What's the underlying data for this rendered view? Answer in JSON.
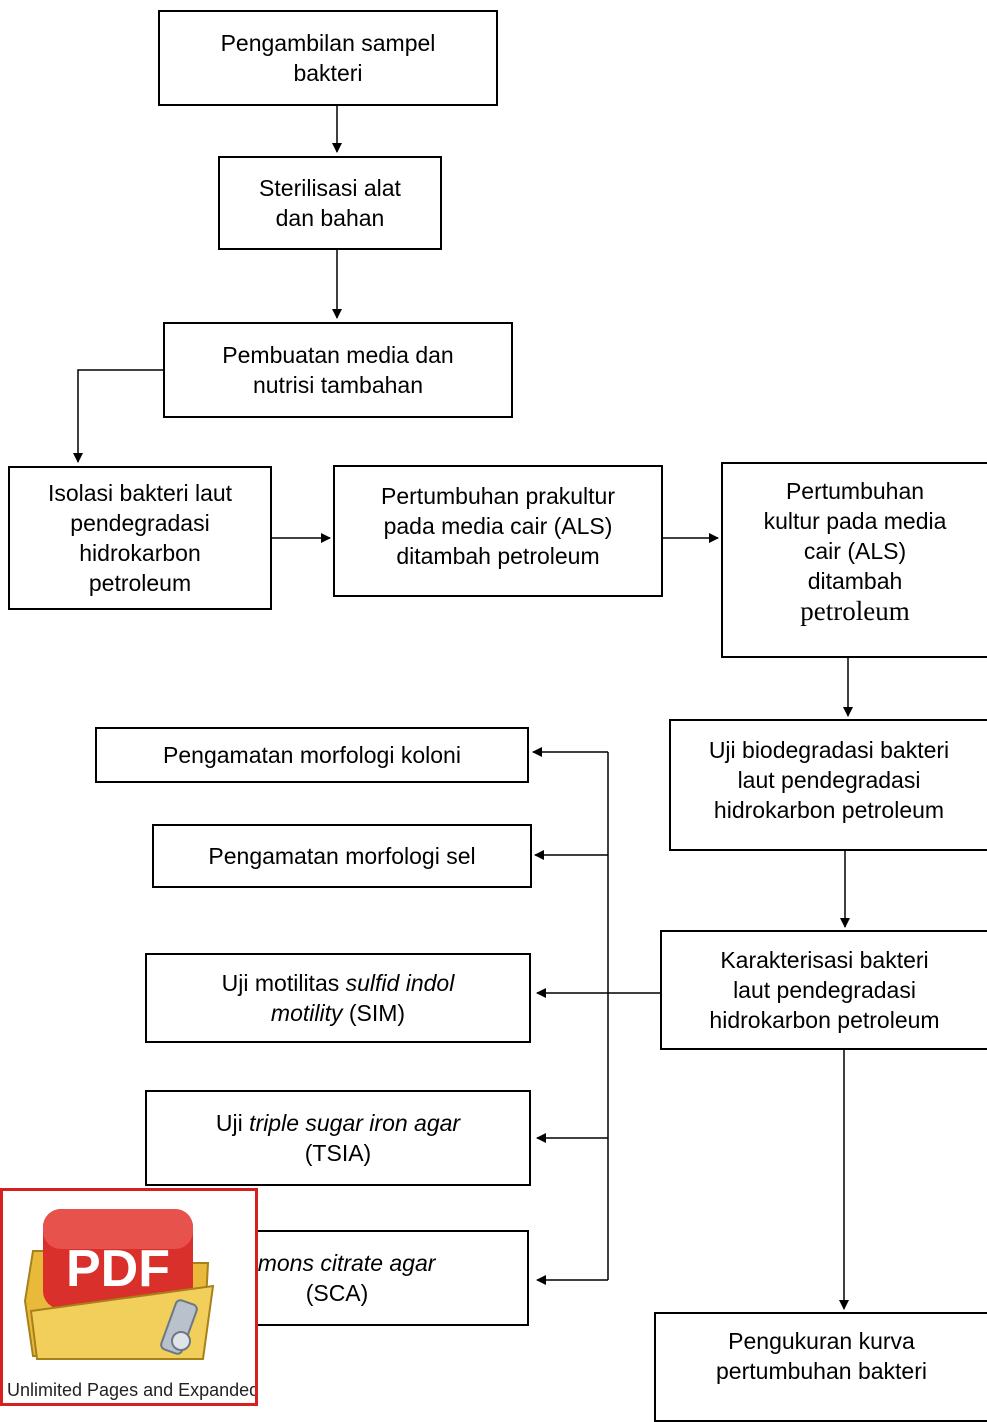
{
  "boxes": {
    "sampling": [
      "Pengambilan sampel",
      "bakteri"
    ],
    "sterilization": [
      "Sterilisasi alat",
      "dan bahan"
    ],
    "media": [
      "Pembuatan media dan",
      "nutrisi tambahan"
    ],
    "isolation": [
      "Isolasi bakteri laut",
      "pendegradasi",
      "hidrokarbon",
      "petroleum"
    ],
    "preculture": [
      "Pertumbuhan prakultur",
      "pada media cair (ALS)",
      "ditambah petroleum"
    ],
    "culture": [
      "Pertumbuhan",
      "kultur pada media",
      "cair (ALS)",
      "ditambah",
      "petroleum"
    ],
    "biodegradation": [
      "Uji biodegradasi bakteri",
      "laut pendegradasi",
      "hidrokarbon petroleum"
    ],
    "characterization": [
      "Karakterisasi bakteri",
      "laut pendegradasi",
      "hidrokarbon petroleum"
    ],
    "colony": [
      "Pengamatan morfologi koloni"
    ],
    "cell": [
      "Pengamatan morfologi sel"
    ],
    "sim": {
      "prefix": "Uji motilitas ",
      "italic1": "sulfid indol",
      "italic2": "motility",
      "suffix": " (SIM)"
    },
    "tsia": {
      "prefix": "Uji ",
      "italic": "triple sugar iron agar",
      "suffix": "(TSIA)"
    },
    "sca": {
      "italic": "mmons citrate agar",
      "suffix": "(SCA)"
    },
    "growth_curve": [
      "Pengukuran kurva",
      "pertumbuhan bakteri"
    ]
  },
  "badge": {
    "icon_text": "PDF",
    "caption": "Unlimited Pages and Expanded Features"
  },
  "colors": {
    "line": "#000000",
    "badge_border": "#d62020",
    "pdf_red": "#d9302c",
    "folder": "#e8b93a"
  }
}
